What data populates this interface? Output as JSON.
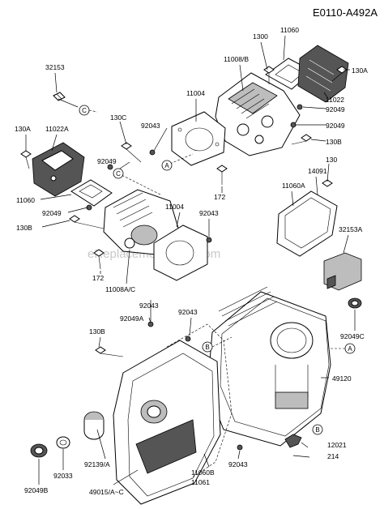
{
  "diagram_code": "E0110-A492A",
  "watermark": "eReplacementParts.com",
  "labels": {
    "p32153": "32153",
    "p1300_top": "1300",
    "p11060_top": "11060",
    "p11008B": "11008/B",
    "p130A_right": "130A",
    "p11022": "11022",
    "p92049_top": "92049",
    "p11004_top": "11004",
    "p130C": "130C",
    "p92043_upper": "92043",
    "p92049_mid": "92049",
    "p130A_left": "130A",
    "p11022A": "11022A",
    "p92049_left": "92049",
    "p11060_left": "11060",
    "p92049_left2": "92049",
    "p130B_left": "130B",
    "p92049_right": "92049",
    "p130B_right": "130B",
    "p130_right": "130",
    "p14091": "14091",
    "p11060A": "11060A",
    "p172_upper": "172",
    "p11004_mid": "11004",
    "p92043_mid": "92043",
    "p32153A": "32153A",
    "p172_lower": "172",
    "p11008AC": "11008A/C",
    "p92043_lower": "92043",
    "p92049A": "92049A",
    "p92043_center": "92043",
    "p130B_lower": "130B",
    "p92049C": "92049C",
    "p49120": "49120",
    "p12021": "12021",
    "p214": "214",
    "p92043_bottom": "92043",
    "p11060B": "11060B",
    "p11061": "11061",
    "p92139A": "92139/A",
    "p92033": "92033",
    "p92049B": "92049B",
    "p49015AC": "49015/A~C"
  },
  "callouts": {
    "c1": "C",
    "c2": "A",
    "c3": "C",
    "c4": "B",
    "c5": "A",
    "c6": "B"
  }
}
